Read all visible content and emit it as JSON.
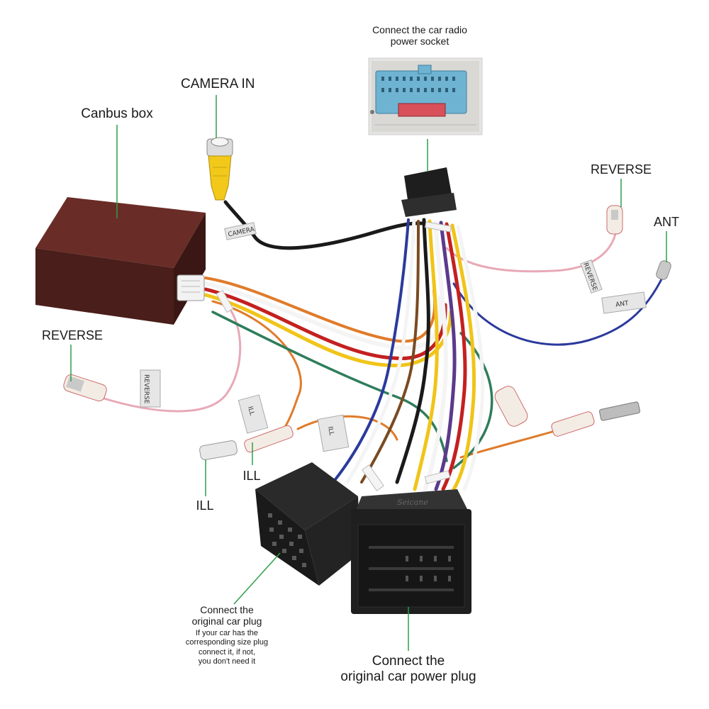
{
  "labels": {
    "camera_in": "CAMERA IN",
    "canbus_box": "Canbus box",
    "radio_socket_line1": "Connect the car radio",
    "radio_socket_line2": "power socket",
    "reverse_right": "REVERSE",
    "ant": "ANT",
    "reverse_left": "REVERSE",
    "ill_upper": "ILL",
    "ill_lower": "ILL",
    "original_plug_line1": "Connect the",
    "original_plug_line2": "original car plug",
    "original_plug_note1": "If your car has the",
    "original_plug_note2": "corresponding size plug",
    "original_plug_note3": "connect it, if not,",
    "original_plug_note4": "you don't need it",
    "power_plug_line1": "Connect the",
    "power_plug_line2": "original car power plug"
  },
  "wire_tags": {
    "camera": "CAMERA",
    "reverse_right": "REVERSE",
    "ant": "ANT",
    "reverse_left": "REVERSE",
    "ill_upper": "ILL",
    "ill_lower": "ILL"
  },
  "connector_brand": "Seicane",
  "colors": {
    "leader_line": "#2e9e4a",
    "canbus_box": "#4a1e1a",
    "rca_plug": "#f2c81a",
    "radio_socket": "#6fb3d2",
    "wire_black": "#1a1a1a",
    "wire_pink": "#e8a9b6",
    "wire_blue": "#2b3a9c",
    "wire_orange": "#e07b2a",
    "wire_green": "#2f7d5c",
    "wire_red": "#c42020",
    "wire_yellow": "#f0c419",
    "wire_white": "#f4f4f4",
    "wire_purple": "#5b3a8c",
    "wire_brown": "#7a4a22"
  }
}
